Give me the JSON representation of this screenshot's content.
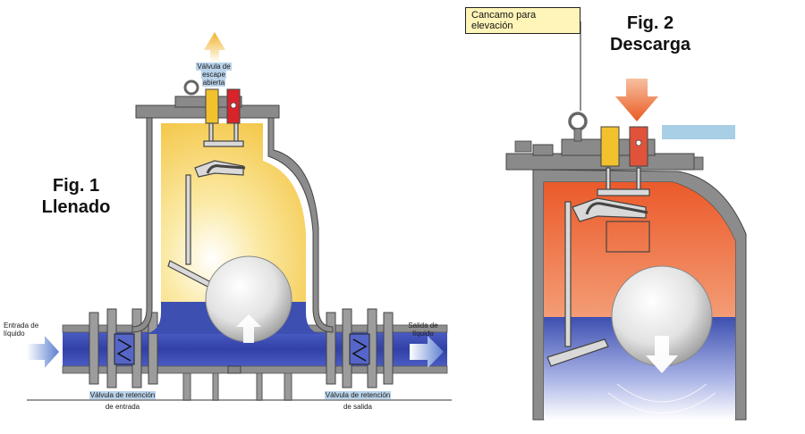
{
  "fig1": {
    "title_line1": "Fig. 1",
    "title_line2": "Llenado",
    "vent_valve_line1": "Válvula de",
    "vent_valve_line2": "escape",
    "vent_valve_line3": "abierta",
    "inlet_line1": "Entrada de",
    "inlet_line2": "líquido",
    "outlet_line1": "Salida de",
    "outlet_line2": "líquido",
    "inlet_check_line1": "Válvula de retención",
    "inlet_check_line2": "de entrada",
    "outlet_check_line1": "Válvula de retención",
    "outlet_check_line2": "de salida"
  },
  "fig2": {
    "title_line1": "Fig. 2",
    "title_line2": "Descarga",
    "lifting_eye_line1": "Cancamo para",
    "lifting_eye_line2": "elevación"
  },
  "colors": {
    "fill_yellow": "#f5c84a",
    "fill_orange": "#ef6a3a",
    "liquid_blue": "#3d4fb0",
    "casing_gray": "#8a8a8a",
    "arrow_blue": "#6b8fd6",
    "steam_arrow": "#f08c3a"
  }
}
